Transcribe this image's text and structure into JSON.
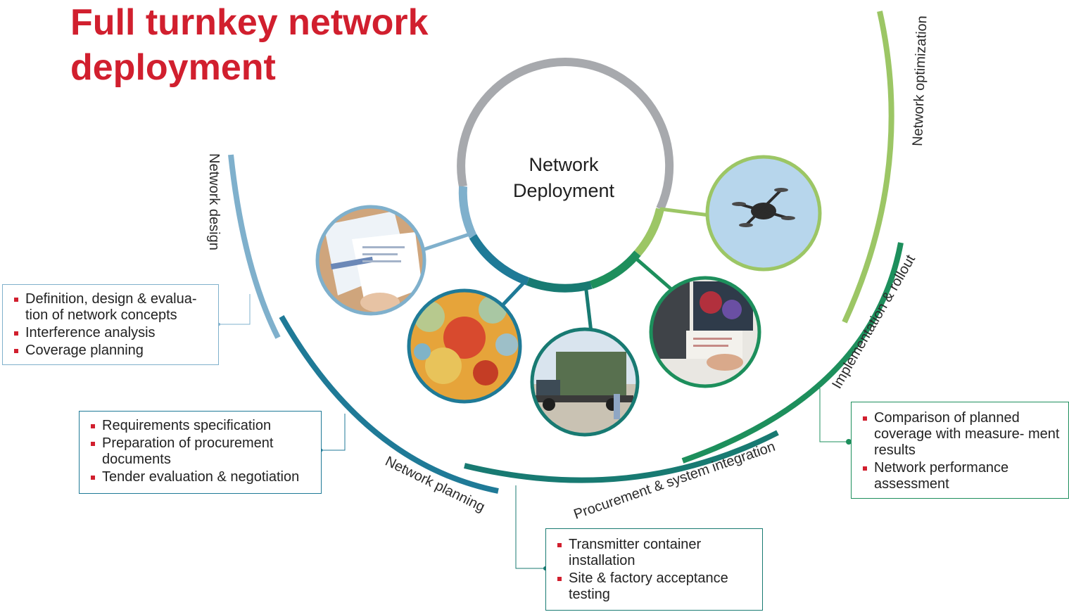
{
  "title": "Full turnkey network deployment",
  "center_label_line1": "Network",
  "center_label_line2": "Deployment",
  "phases": {
    "design": "Network design",
    "planning": "Network planning",
    "procurement": "Procurement & system integration",
    "implementation": "Implementation & rollout",
    "optimization": "Network optimization"
  },
  "boxes": {
    "design": [
      "Definition, design & evalua- tion of network concepts",
      "Interference analysis",
      "Coverage planning"
    ],
    "planning": [
      "Requirements specification",
      "Preparation of procurement documents",
      "Tender evaluation & negotiation"
    ],
    "procurement": [
      "Transmitter container installation",
      "Site & factory acceptance testing"
    ],
    "optimization": [
      "Comparison of planned coverage with measure- ment results",
      "Network performance assessment"
    ]
  },
  "colors": {
    "title": "#d11f2e",
    "design": "#7fb0cc",
    "planning": "#1f7a97",
    "procurement": "#187a72",
    "implementation": "#1d8f5c",
    "optimization": "#9cc665",
    "gray": "#a7a9ad",
    "bullet": "#d11f2e"
  },
  "photos": [
    "documents-photo",
    "coverage-map-photo",
    "container-truck-photo",
    "tablet-map-photo",
    "drone-photo"
  ]
}
